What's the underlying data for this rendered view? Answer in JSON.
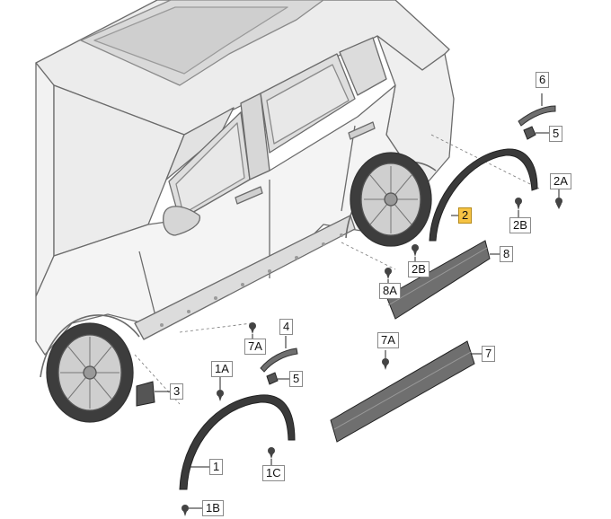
{
  "labels": {
    "l1": "1",
    "l1A": "1A",
    "l1B": "1B",
    "l1C": "1C",
    "l2": "2",
    "l2A": "2A",
    "l2B_upper": "2B",
    "l2B_lower": "2B",
    "l3": "3",
    "l4": "4",
    "l5_upper": "5",
    "l5_lower": "5",
    "l6": "6",
    "l7": "7",
    "l7A_left": "7A",
    "l7A_right": "7A",
    "l8": "8",
    "l8A": "8A"
  },
  "colors": {
    "car_outline": "#6b6b6b",
    "car_shade": "#e9e9e9",
    "part_dark": "#3a3a3a",
    "part_mid": "#6f6f6f",
    "highlight": "#f6c343"
  }
}
